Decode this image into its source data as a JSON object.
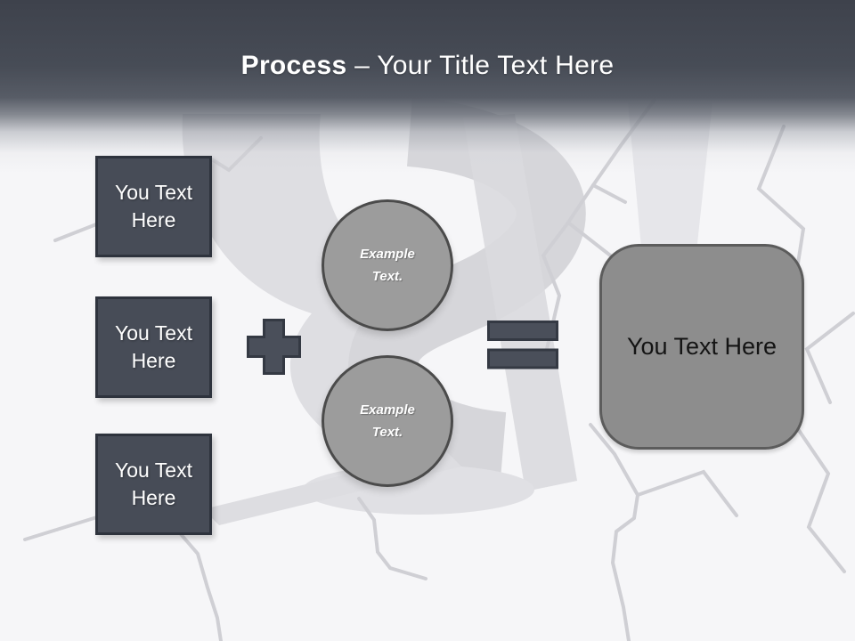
{
  "header": {
    "title_bold": "Process",
    "title_rest": " – Your Title Text Here"
  },
  "left_boxes": [
    {
      "label": "You Text Here"
    },
    {
      "label": "You Text Here"
    },
    {
      "label": "You Text Here"
    }
  ],
  "circles": [
    {
      "line1": "Example",
      "line2": "Text."
    },
    {
      "line1": "Example",
      "line2": "Text."
    }
  ],
  "operators": {
    "plus": "plus-icon",
    "equals": "equals-icon"
  },
  "result_box": {
    "label": "You Text Here"
  },
  "background": {
    "art": "cracked-ground-with-3d-dollar-sign"
  },
  "colors": {
    "header_top": "#3e424c",
    "header_mid": "#575c66",
    "box_fill": "#474c57",
    "box_border": "#2e333d",
    "operator_fill": "#4a4f5a",
    "operator_border": "#343943",
    "circle_fill": "#9c9c9c",
    "circle_border": "#4b4b4b",
    "result_fill": "#8d8d8d",
    "result_border": "#5c5c5c",
    "page_background": "#f6f6f8",
    "crack_lines": "#cfcfd4",
    "title_text": "#ffffff",
    "box_text": "#ffffff",
    "circle_text": "#ffffff",
    "result_text": "#141414"
  }
}
